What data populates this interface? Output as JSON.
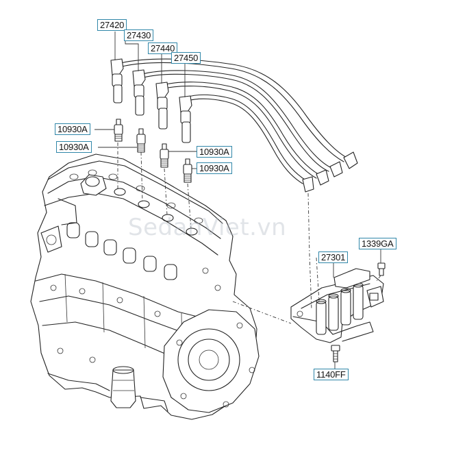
{
  "watermark": "SedanViet.vn",
  "labels": {
    "ignition_cable_1": "27420",
    "ignition_cable_2": "27430",
    "ignition_cable_3": "27440",
    "ignition_cable_4": "27450",
    "spark_plug_1": "10930A",
    "spark_plug_2": "10930A",
    "spark_plug_3": "10930A",
    "spark_plug_4": "10930A",
    "ignition_coil": "27301",
    "coil_bolt_top": "1339GA",
    "coil_bolt_bottom": "1140FF"
  },
  "colors": {
    "label_border": "#2f86a8",
    "line": "#222222"
  }
}
